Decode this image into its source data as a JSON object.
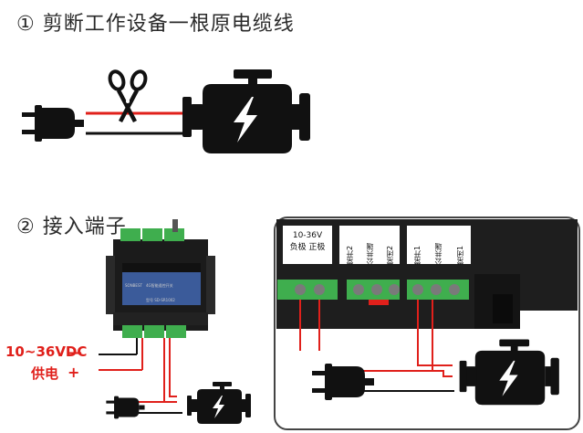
{
  "step1": {
    "title": "① 剪断工作设备一根原电缆线"
  },
  "step2": {
    "title": "② 接入端子"
  },
  "supply": {
    "voltage": "10~36VDC",
    "label": "供电",
    "minus": "—",
    "plus": "+"
  },
  "device": {
    "brand": "SONBEST",
    "name": "4G智能遥控开关",
    "model": "型号 SD-SR1002"
  },
  "terminal_labels": {
    "power": [
      "10-36V",
      "负极 正极"
    ],
    "group2": [
      "常开2",
      "公共端",
      "常闭2"
    ],
    "group1": [
      "常开1",
      "公共端",
      "常闭1"
    ]
  },
  "icons": {
    "plug": "power-plug-icon",
    "scissors": "scissors-icon",
    "motor": "motor-lightning-icon"
  },
  "colors": {
    "wire_red": "#e0201b",
    "wire_black": "#111111",
    "terminal_green": "#3fae4e",
    "device_blue": "#3b5b9a"
  }
}
